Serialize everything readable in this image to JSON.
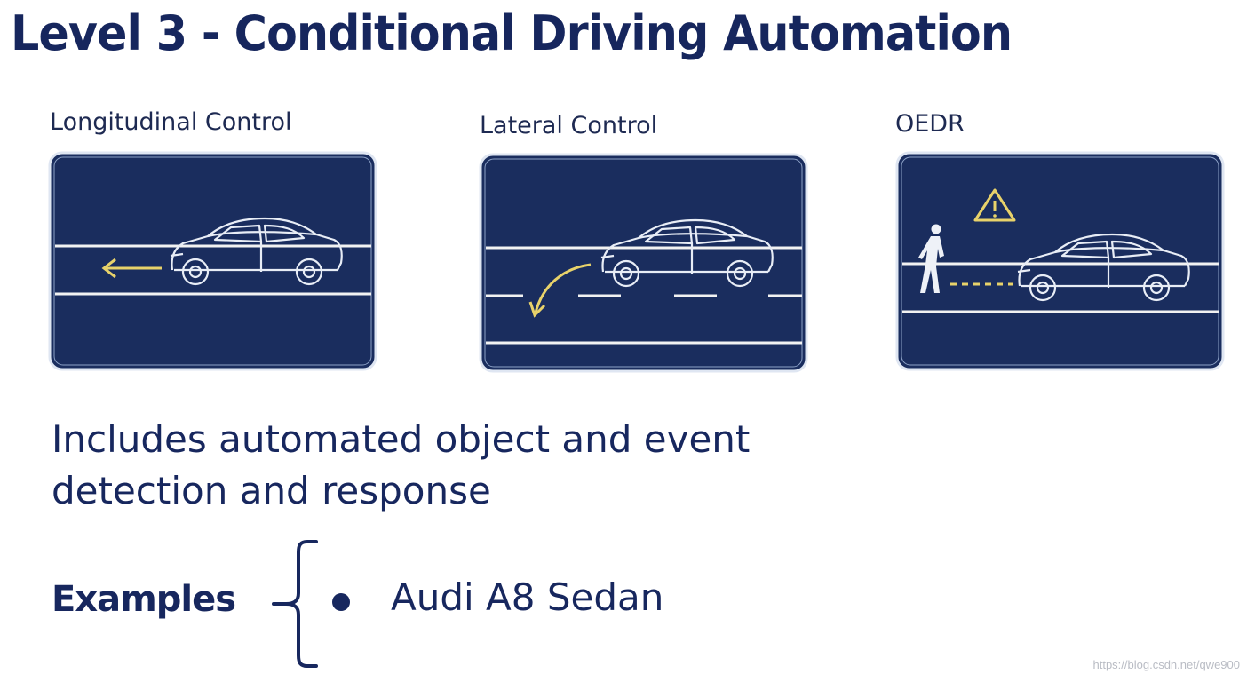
{
  "title": "Level 3 - Conditional Driving Automation",
  "panels": [
    {
      "label": "Longitudinal Control",
      "icon": "longitudinal-car-icon"
    },
    {
      "label": "Lateral Control",
      "icon": "lateral-car-icon"
    },
    {
      "label": "OEDR",
      "icon": "oedr-scene-icon"
    }
  ],
  "description": {
    "line1": "Includes automated object and event",
    "line2": "detection and response"
  },
  "examples": {
    "label": "Examples",
    "items": [
      "Audi A8 Sedan"
    ]
  },
  "watermark": "https://blog.csdn.net/qwe900",
  "colors": {
    "title": "#16265d",
    "panel_bg": "#1a2d5e",
    "arrow": "#e8d26a",
    "road_line": "#f2f2f2"
  }
}
